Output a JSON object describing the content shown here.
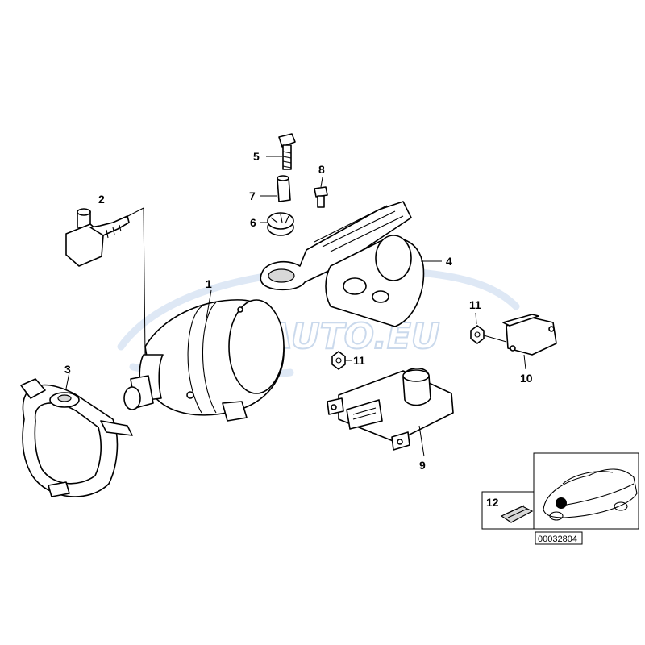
{
  "watermark": {
    "text": "EMAUTO.EU"
  },
  "callouts": [
    {
      "id": "1",
      "label": "1"
    },
    {
      "id": "2",
      "label": "2"
    },
    {
      "id": "3",
      "label": "3"
    },
    {
      "id": "4",
      "label": "4"
    },
    {
      "id": "5",
      "label": "5"
    },
    {
      "id": "6",
      "label": "6"
    },
    {
      "id": "7",
      "label": "7"
    },
    {
      "id": "8",
      "label": "8"
    },
    {
      "id": "9",
      "label": "9"
    },
    {
      "id": "10",
      "label": "10"
    },
    {
      "id": "11a",
      "label": "11"
    },
    {
      "id": "11b",
      "label": "11"
    },
    {
      "id": "12",
      "label": "12"
    }
  ],
  "inset": {
    "code": "00032804"
  }
}
